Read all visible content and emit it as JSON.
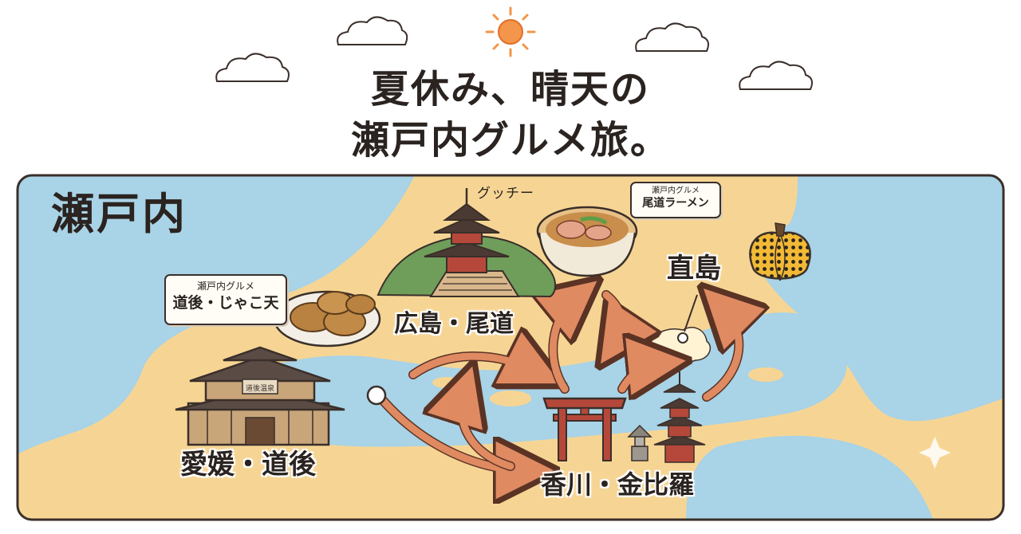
{
  "title": {
    "line1": "夏休み、晴天の",
    "line2": "瀬戸内グルメ旅。"
  },
  "map": {
    "region_title": "瀬戸内",
    "places": {
      "hiroshima_onomichi": "広島・尾道",
      "naoshima": "直島",
      "ehime_dogo": "愛媛・道後",
      "kagawa_konpira": "香川・金比羅"
    },
    "cards": {
      "dogo": {
        "small": "瀬戸内グルメ",
        "main": "道後・じゃこ天"
      },
      "ramen": {
        "small": "瀬戸内グルメ",
        "main": "尾道ラーメン"
      }
    },
    "gucchi_label": "グッチー",
    "building_sign": "道後温泉"
  },
  "colors": {
    "sea": "#a9d3e6",
    "land": "#f6d594",
    "outline": "#3a2f2a",
    "arrow": "#e08a62",
    "sun": "#f3954a"
  },
  "icons": [
    "sun-icon",
    "cloud-icon",
    "pumpkin-icon",
    "torii-icon",
    "pagoda-icon",
    "ramen-icon",
    "jakoten-icon",
    "castle-icon",
    "dogo-onsen-icon",
    "sparkle-icon",
    "start-marker-icon"
  ]
}
